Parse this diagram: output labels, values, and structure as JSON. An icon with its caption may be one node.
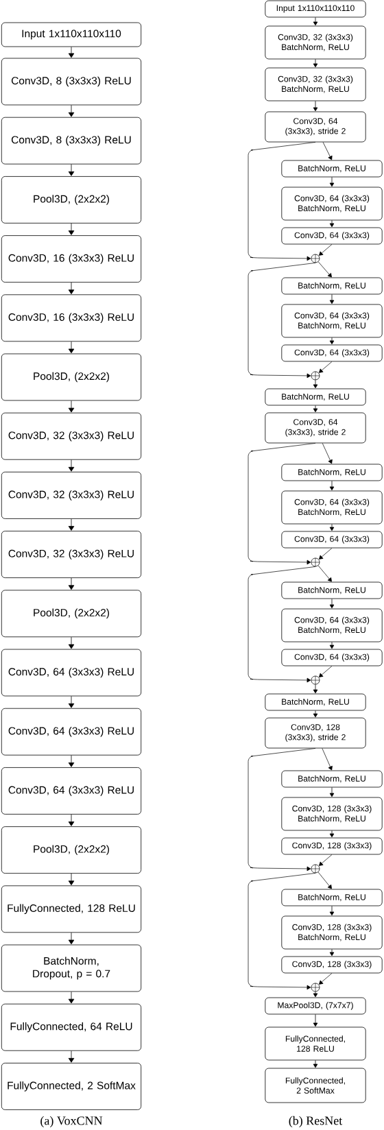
{
  "diagram": {
    "nodes": [
      {
        "text": [
          "Input 1x110x110x110"
        ]
      },
      {
        "text": [
          "Conv3D, 8 (3x3x3) ReLU"
        ]
      },
      {
        "text": [
          "Conv3D, 8 (3x3x3) ReLU"
        ]
      },
      {
        "text": [
          "Pool3D, (2x2x2)"
        ]
      },
      {
        "text": [
          "Conv3D, 16 (3x3x3) ReLU"
        ]
      },
      {
        "text": [
          "Conv3D, 16 (3x3x3) ReLU"
        ]
      },
      {
        "text": [
          "Pool3D, (2x2x2)"
        ]
      },
      {
        "text": [
          "Conv3D, 32 (3x3x3) ReLU"
        ]
      },
      {
        "text": [
          "Conv3D, 32 (3x3x3) ReLU"
        ]
      },
      {
        "text": [
          "Conv3D, 32 (3x3x3) ReLU"
        ]
      },
      {
        "text": [
          "Pool3D, (2x2x2)"
        ]
      },
      {
        "text": [
          "Conv3D, 64 (3x3x3) ReLU"
        ]
      },
      {
        "text": [
          "Conv3D, 64 (3x3x3) ReLU"
        ]
      },
      {
        "text": [
          "Conv3D, 64 (3x3x3) ReLU"
        ]
      },
      {
        "text": [
          "Pool3D, (2x2x2)"
        ]
      },
      {
        "text": [
          "FullyConnected, 128 ReLU"
        ]
      },
      {
        "text": [
          "BatchNorm, Dropout, p = 0.7"
        ]
      },
      {
        "text": [
          "FullyConnected, 64 ReLU"
        ]
      },
      {
        "text": [
          "FullyConnected, 2 SoftMax"
        ]
      },
      {
        "text": [
          "Input 1x110x110x110"
        ]
      },
      {
        "text": [
          "Conv3D, 32 (3x3x3) BatchNorm, ReLU"
        ]
      },
      {
        "text": [
          "Conv3D, 32 (3x3x3) BatchNorm, ReLU"
        ]
      },
      {
        "text": [
          "Conv3D, 64 (3x3x3), stride 2"
        ]
      },
      {
        "text": [
          "BatchNorm, ReLU"
        ]
      },
      {
        "text": [
          "Conv3D, 64 (3x3x3) BatchNorm, ReLU"
        ]
      },
      {
        "text": [
          "Conv3D, 64 (3x3x3)"
        ]
      },
      {
        "text": [],
        "shape": "circle"
      },
      {
        "text": [
          "BatchNorm, ReLU"
        ]
      },
      {
        "text": [
          "Conv3D, 64 (3x3x3) BatchNorm, ReLU"
        ]
      },
      {
        "text": [
          "Conv3D, 64 (3x3x3)"
        ]
      },
      {
        "text": [],
        "shape": "circle"
      },
      {
        "text": [
          "BatchNorm, ReLU"
        ]
      },
      {
        "text": [
          "Conv3D, 64 (3x3x3), stride 2"
        ]
      },
      {
        "text": [
          "BatchNorm, ReLU"
        ]
      },
      {
        "text": [
          "Conv3D, 64 (3x3x3) BatchNorm, ReLU"
        ]
      },
      {
        "text": [
          "Conv3D, 64 (3x3x3)"
        ]
      },
      {
        "text": [],
        "shape": "circle"
      },
      {
        "text": [
          "BatchNorm, ReLU"
        ]
      },
      {
        "text": [
          "Conv3D, 64 (3x3x3) BatchNorm, ReLU"
        ]
      },
      {
        "text": [
          "Conv3D, 64 (3x3x3)"
        ]
      },
      {
        "text": [],
        "shape": "circle"
      },
      {
        "text": [
          "BatchNorm, ReLU"
        ]
      },
      {
        "text": [
          "Conv3D, 128 (3x3x3), stride 2"
        ]
      },
      {
        "text": [
          "BatchNorm, ReLU"
        ]
      },
      {
        "text": [
          "Conv3D, 128 (3x3x3) BatchNorm, ReLU"
        ]
      },
      {
        "text": [
          "Conv3D, 128 (3x3x3)"
        ]
      },
      {
        "text": [],
        "shape": "circle"
      },
      {
        "text": [
          "BatchNorm, ReLU"
        ]
      },
      {
        "text": [
          "Conv3D, 128 (3x3x3) BatchNorm, ReLU"
        ]
      },
      {
        "text": [
          "Conv3D, 128 (3x3x3)"
        ]
      },
      {
        "text": [],
        "shape": "circle"
      },
      {
        "text": [
          "MaxPool3D, (7x7x7)"
        ]
      },
      {
        "text": [
          "FullyConnected, 128 ReLU"
        ]
      },
      {
        "text": [
          "FullyConnected, 2 SoftMax"
        ]
      }
    ],
    "edges": [
      {
        "from": 0,
        "to": 1,
        "arrow": "to"
      },
      {
        "from": 1,
        "to": 2,
        "arrow": "to"
      },
      {
        "from": 2,
        "to": 3,
        "arrow": "to"
      },
      {
        "from": 3,
        "to": 4,
        "arrow": "to"
      },
      {
        "from": 4,
        "to": 5,
        "arrow": "to"
      },
      {
        "from": 5,
        "to": 6,
        "arrow": "to"
      },
      {
        "from": 6,
        "to": 7,
        "arrow": "to"
      },
      {
        "from": 7,
        "to": 8,
        "arrow": "to"
      },
      {
        "from": 8,
        "to": 9,
        "arrow": "to"
      },
      {
        "from": 9,
        "to": 10,
        "arrow": "to"
      },
      {
        "from": 10,
        "to": 11,
        "arrow": "to"
      },
      {
        "from": 11,
        "to": 12,
        "arrow": "to"
      },
      {
        "from": 12,
        "to": 13,
        "arrow": "to"
      },
      {
        "from": 13,
        "to": 14,
        "arrow": "to"
      },
      {
        "from": 14,
        "to": 15,
        "arrow": "to"
      },
      {
        "from": 15,
        "to": 16,
        "arrow": "to"
      },
      {
        "from": 16,
        "to": 17,
        "arrow": "to"
      },
      {
        "from": 17,
        "to": 18,
        "arrow": "to"
      },
      {
        "from": 19,
        "to": 20,
        "arrow": "to"
      },
      {
        "from": 20,
        "to": 21,
        "arrow": "to"
      },
      {
        "from": 21,
        "to": 22,
        "arrow": "to"
      },
      {
        "from": 22,
        "to": 23,
        "arrow": "to"
      },
      {
        "from": 22,
        "to": 26,
        "arrow": "to"
      },
      {
        "from": 23,
        "to": 24,
        "arrow": "to"
      },
      {
        "from": 24,
        "to": 25,
        "arrow": "to"
      },
      {
        "from": 25,
        "to": 26,
        "arrow": "to"
      },
      {
        "from": 26,
        "to": 27,
        "arrow": "to"
      },
      {
        "from": 26,
        "to": 30,
        "arrow": "to"
      },
      {
        "from": 27,
        "to": 28,
        "arrow": "to"
      },
      {
        "from": 28,
        "to": 29,
        "arrow": "to"
      },
      {
        "from": 29,
        "to": 30,
        "arrow": "to"
      },
      {
        "from": 30,
        "to": 31,
        "arrow": "to"
      },
      {
        "from": 31,
        "to": 32,
        "arrow": "to"
      },
      {
        "from": 32,
        "to": 33,
        "arrow": "to"
      },
      {
        "from": 32,
        "to": 36,
        "arrow": "to"
      },
      {
        "from": 33,
        "to": 34,
        "arrow": "to"
      },
      {
        "from": 34,
        "to": 35,
        "arrow": "to"
      },
      {
        "from": 35,
        "to": 36,
        "arrow": "to"
      },
      {
        "from": 36,
        "to": 37,
        "arrow": "to"
      },
      {
        "from": 36,
        "to": 40,
        "arrow": "to"
      },
      {
        "from": 37,
        "to": 38,
        "arrow": "to"
      },
      {
        "from": 38,
        "to": 39,
        "arrow": "to"
      },
      {
        "from": 39,
        "to": 40,
        "arrow": "to"
      },
      {
        "from": 40,
        "to": 41,
        "arrow": "to"
      },
      {
        "from": 41,
        "to": 42,
        "arrow": "to"
      },
      {
        "from": 42,
        "to": 43,
        "arrow": "to"
      },
      {
        "from": 42,
        "to": 46,
        "arrow": "to"
      },
      {
        "from": 43,
        "to": 44,
        "arrow": "to"
      },
      {
        "from": 44,
        "to": 45,
        "arrow": "to"
      },
      {
        "from": 45,
        "to": 46,
        "arrow": "to"
      },
      {
        "from": 46,
        "to": 47,
        "arrow": "to"
      },
      {
        "from": 46,
        "to": 50,
        "arrow": "to"
      },
      {
        "from": 47,
        "to": 48,
        "arrow": "to"
      },
      {
        "from": 48,
        "to": 49,
        "arrow": "to"
      },
      {
        "from": 49,
        "to": 50,
        "arrow": "to"
      },
      {
        "from": 50,
        "to": 51,
        "arrow": "to"
      },
      {
        "from": 51,
        "to": 52,
        "arrow": "to"
      },
      {
        "from": 52,
        "to": 53,
        "arrow": "to"
      }
    ],
    "labels": [
      "(a) VoxCNN",
      "(b) ResNet"
    ]
  }
}
